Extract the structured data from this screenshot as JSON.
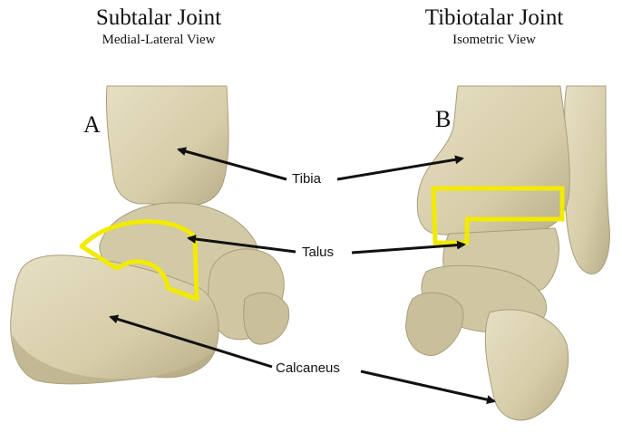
{
  "panels": [
    {
      "letter": "A",
      "title": "Subtalar Joint",
      "subtitle": "Medial-Lateral View"
    },
    {
      "letter": "B",
      "title": "Tibiotalar Joint",
      "subtitle": "Isometric View"
    }
  ],
  "labels": {
    "tibia": "Tibia",
    "talus": "Talus",
    "calcaneus": "Calcaneus"
  },
  "colors": {
    "bone": "#d8d0b0",
    "bone_shadow": "#b9ae8a",
    "bone_dark": "#8e8566",
    "highlight": "#f2ea00",
    "arrow": "#111111"
  }
}
